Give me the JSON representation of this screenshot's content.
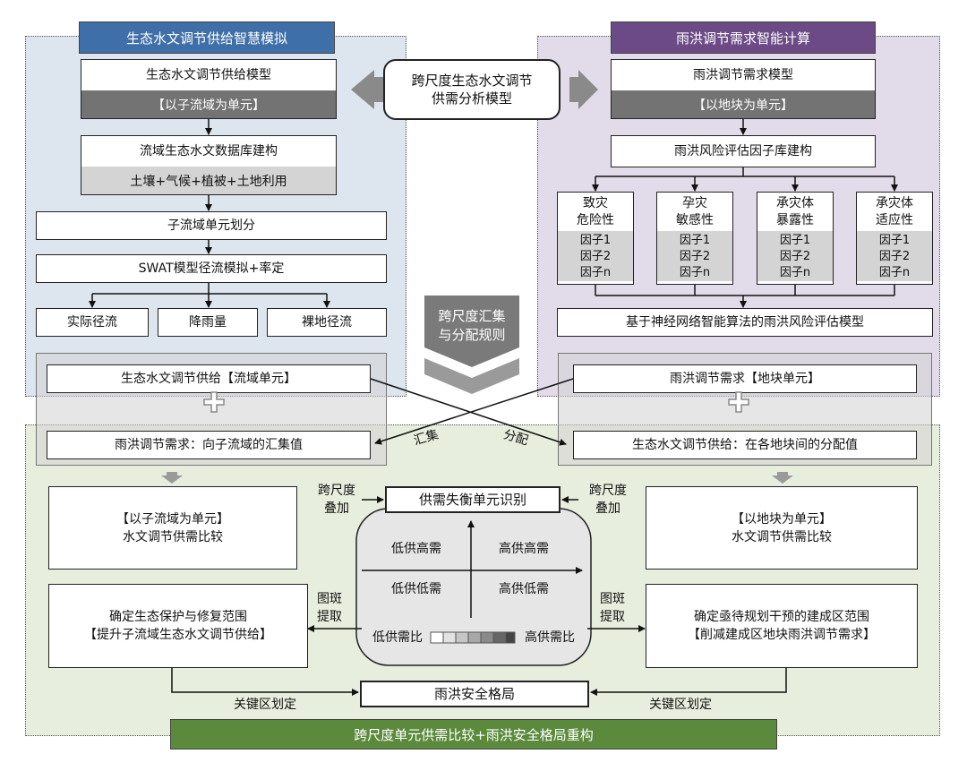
{
  "left_header": "生态水文调节供给智慧模拟",
  "right_header": "雨洪调节需求智能计算",
  "center_model": [
    "跨尺度生态水文调节",
    "供需分析模型"
  ],
  "left": {
    "supply_model": "生态水文调节供给模型",
    "supply_unit": "【以子流域为单元】",
    "database": "流域生态水文数据库建构",
    "database_items": "土壤+气候+植被+土地利用",
    "subbasin": "子流域单元划分",
    "swat": "SWAT模型径流模拟+率定",
    "runoff_actual": "实际径流",
    "rainfall": "降雨量",
    "runoff_bare": "裸地径流",
    "supply_result": "生态水文调节供给【流域单元】",
    "demand_aggregate": "雨洪调节需求：向子流域的汇集值"
  },
  "right": {
    "demand_model": "雨洪调节需求模型",
    "demand_unit": "【以地块为单元】",
    "factor_library": "雨洪风险评估因子库建构",
    "factors": [
      {
        "title": [
          "致灾",
          "危险性"
        ],
        "items": [
          "因子1",
          "因子2",
          "因子n"
        ]
      },
      {
        "title": [
          "孕灾",
          "敏感性"
        ],
        "items": [
          "因子1",
          "因子2",
          "因子n"
        ]
      },
      {
        "title": [
          "承灾体",
          "暴露性"
        ],
        "items": [
          "因子1",
          "因子2",
          "因子n"
        ]
      },
      {
        "title": [
          "承灾体",
          "适应性"
        ],
        "items": [
          "因子1",
          "因子2",
          "因子n"
        ]
      }
    ],
    "nn_model": "基于神经网络智能算法的雨洪风险评估模型",
    "demand_result": "雨洪调节需求【地块单元】",
    "supply_allocate": "生态水文调节供给：在各地块间的分配值"
  },
  "center_rule": [
    "跨尺度汇集",
    "与分配规则"
  ],
  "aggregate_label": "汇集",
  "allocate_label": "分配",
  "bottom": {
    "compare_left": [
      "【以子流域为单元】",
      "水文调节供需比较"
    ],
    "compare_right": [
      "【以地块为单元】",
      "水文调节供需比较"
    ],
    "overlay_left": [
      "跨尺度",
      "叠加"
    ],
    "overlay_right": [
      "跨尺度",
      "叠加"
    ],
    "imbalance": "供需失衡单元识别",
    "quadrants": [
      "低供高需",
      "高供高需",
      "低供低需",
      "高供低需"
    ],
    "ratio_low": "低供需比",
    "ratio_high": "高供需比",
    "extract_left": [
      "图斑",
      "提取"
    ],
    "extract_right": [
      "图斑",
      "提取"
    ],
    "eco_protect": [
      "确定生态保护与修复范围",
      "【提升子流域生态水文调节供给】"
    ],
    "builtup": [
      "确定亟待规划干预的建成区范围",
      "【削减建成区地块雨洪调节需求】"
    ],
    "key_left": "关键区划定",
    "key_right": "关键区划定",
    "security": "雨洪安全格局",
    "footer": "跨尺度单元供需比较+雨洪安全格局重构"
  },
  "colors": {
    "left_panel": "#dde6ef",
    "right_panel": "#e2dcea",
    "bottom_panel": "#e8eedd",
    "left_header": "#3f6fa8",
    "right_header": "#6b4a86",
    "footer": "#5b8a3c",
    "dark_gray": "#737373",
    "light_gray": "#d4d4d4"
  }
}
